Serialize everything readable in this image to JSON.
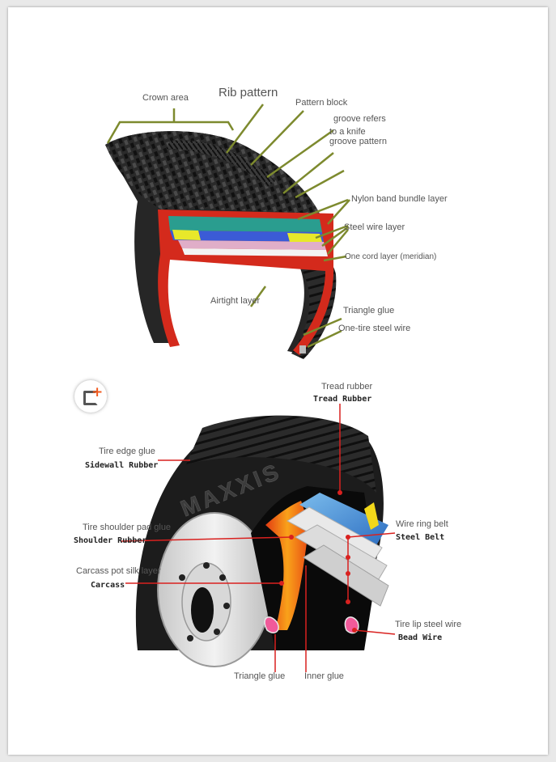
{
  "top_diagram": {
    "labels": {
      "crown_area": "Crown area",
      "rib_pattern": "Rib pattern",
      "pattern_block": "Pattern block",
      "groove_line1": "groove refers",
      "groove_line2": "to a knife",
      "groove_line3": "groove pattern",
      "nylon_band": "Nylon band bundle layer",
      "steel_wire_layer": "Steel wire layer",
      "cord_layer": "One cord layer (meridian)",
      "airtight_layer": "Airtight layer",
      "triangle_glue": "Triangle glue",
      "tire_steel_wire": "One-tire steel wire"
    }
  },
  "bottom_diagram": {
    "brand": "MAXXIS",
    "labels": [
      {
        "id": "tread",
        "cn": "Tread rubber",
        "en": "Tread Rubber"
      },
      {
        "id": "sidewall",
        "cn": "Tire edge glue",
        "en": "Sidewall Rubber"
      },
      {
        "id": "shoulder",
        "cn": "Tire shoulder pad glue",
        "en": "Shoulder Rubber"
      },
      {
        "id": "carcass",
        "cn": "Carcass pot silk layer",
        "en": "Carcass"
      },
      {
        "id": "steel_belt",
        "cn": "Wire ring belt",
        "en": "Steel Belt"
      },
      {
        "id": "bead",
        "cn": "Tire lip steel wire",
        "en": "Bead Wire"
      },
      {
        "id": "triangle",
        "cn": "Triangle glue",
        "en": ""
      },
      {
        "id": "inner",
        "cn": "Inner glue",
        "en": ""
      }
    ]
  },
  "colors": {
    "leader_line": "#7d8a2e",
    "red_leader": "#d9211f",
    "badge_plus": "#f25a1e"
  }
}
